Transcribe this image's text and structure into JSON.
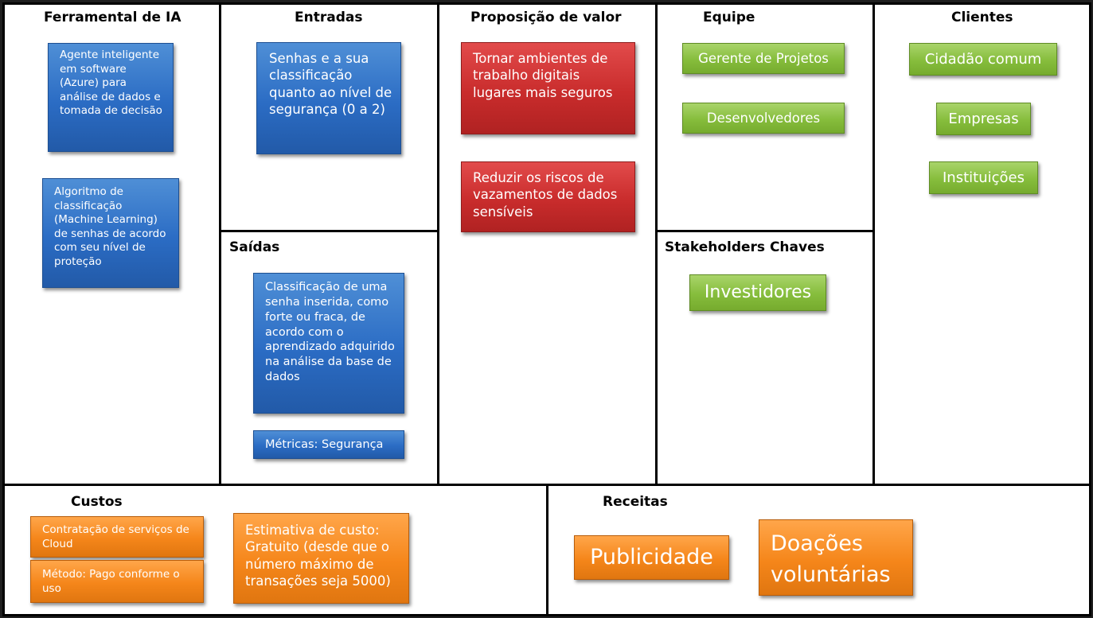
{
  "sections": {
    "ferramental": {
      "title": "Ferramental de IA",
      "items": [
        "Agente inteligente em software (Azure) para análise de dados e tomada de decisão",
        "Algoritmo de classificação (Machine Learning) de senhas de acordo com seu nível de proteção"
      ]
    },
    "entradas": {
      "title": "Entradas",
      "items": [
        "Senhas e a sua classificação quanto ao nível de segurança (0 a 2)"
      ]
    },
    "saidas": {
      "title": "Saídas",
      "items": [
        "Classificação de uma senha inserida, como forte ou fraca, de acordo com o aprendizado adquirido na análise da base de dados",
        "Métricas: Segurança"
      ]
    },
    "proposicao": {
      "title": "Proposição de valor",
      "items": [
        "Tornar ambientes de trabalho digitais lugares mais seguros",
        "Reduzir os riscos de vazamentos de dados sensíveis"
      ]
    },
    "equipe": {
      "title": "Equipe",
      "items": [
        "Gerente de Projetos",
        "Desenvolvedores"
      ]
    },
    "stakeholders": {
      "title": "Stakeholders Chaves",
      "items": [
        "Investidores"
      ]
    },
    "clientes": {
      "title": "Clientes",
      "items": [
        "Cidadão comum",
        "Empresas",
        "Instituições"
      ]
    },
    "custos": {
      "title": "Custos",
      "items": [
        "Contratação de serviços de Cloud",
        "Método: Pago conforme o uso",
        "Estimativa de custo: Gratuito (desde que o número máximo de transações seja 5000)"
      ]
    },
    "receitas": {
      "title": "Receitas",
      "items": [
        "Publicidade",
        "Doações voluntárias"
      ]
    }
  },
  "colors": {
    "blue": "#2b6cc4",
    "red": "#c92c2c",
    "green": "#86bd3c",
    "orange": "#f5861a"
  }
}
